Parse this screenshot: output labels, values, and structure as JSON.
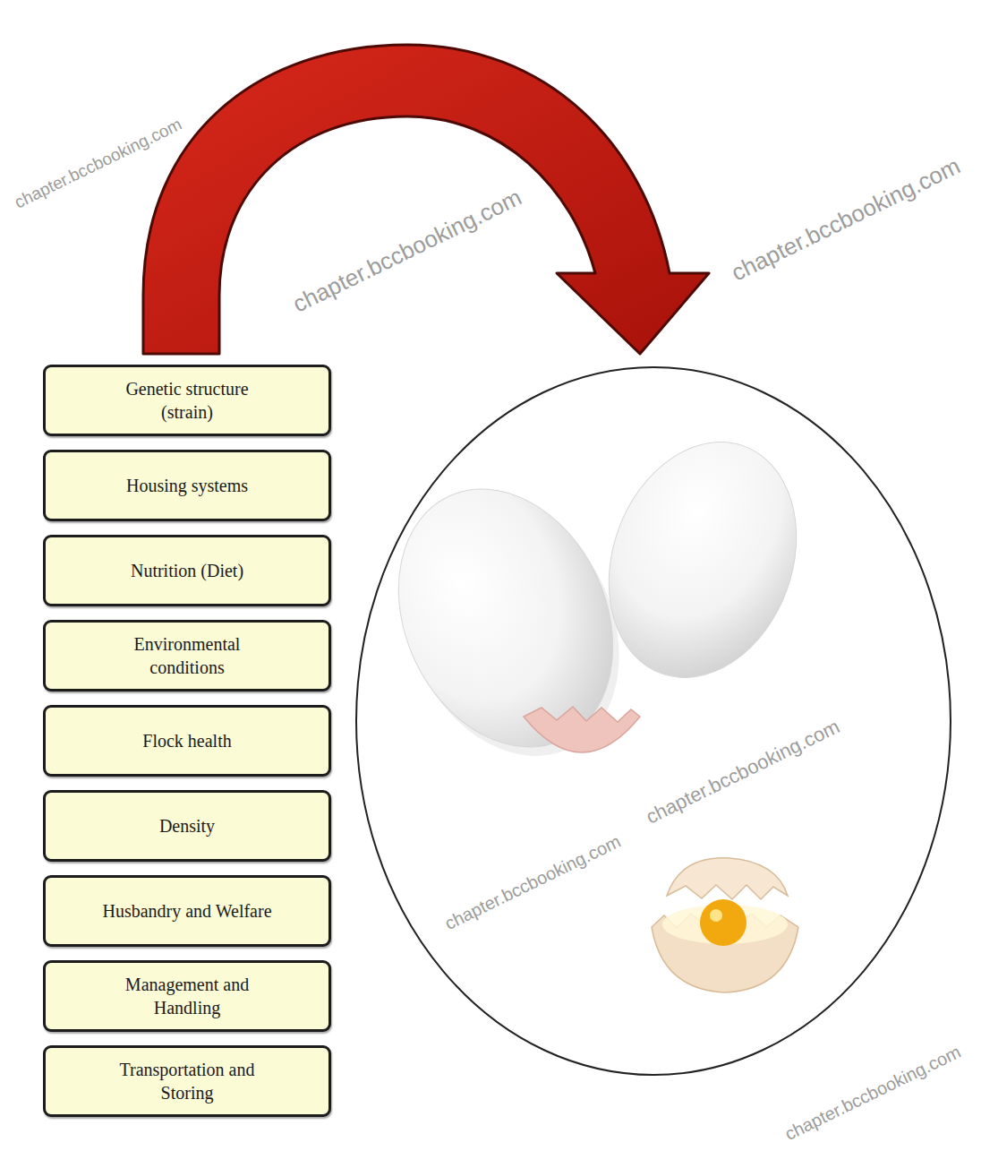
{
  "diagram": {
    "nodes": [
      {
        "text": [
          "Genetic structure (strain)"
        ]
      },
      {
        "text": [
          "Housing systems"
        ]
      },
      {
        "text": [
          "Nutrition (Diet)"
        ]
      },
      {
        "text": [
          "Environmental conditions"
        ]
      },
      {
        "text": [
          "Flock health"
        ]
      },
      {
        "text": [
          "Density"
        ]
      },
      {
        "text": [
          "Husbandry and Welfare"
        ]
      },
      {
        "text": [
          "Management and Handling"
        ]
      },
      {
        "text": [
          "Transportation and Storing"
        ]
      }
    ],
    "labels": [
      "chapter.bccbooking.com",
      "chapter.bccbooking.com",
      "chapter.bccbooking.com",
      "chapter.bccbooking.com",
      "chapter.bccbooking.com",
      "chapter.bccbooking.com"
    ]
  }
}
